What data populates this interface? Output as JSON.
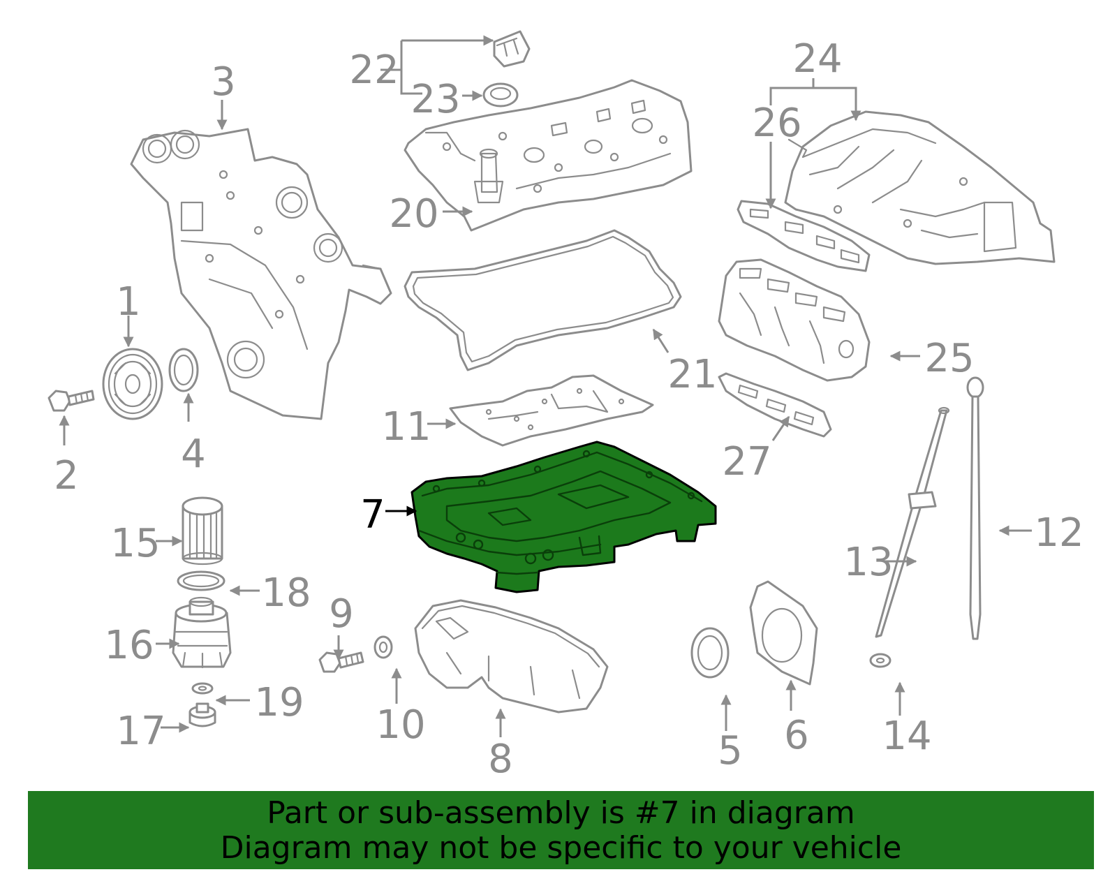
{
  "diagram": {
    "highlight_color": "#1c7a1c",
    "part_line_color": "#8c8c8c",
    "highlighted_callout": "7",
    "callouts": [
      "1",
      "2",
      "3",
      "4",
      "5",
      "6",
      "7",
      "8",
      "9",
      "10",
      "11",
      "12",
      "13",
      "14",
      "15",
      "16",
      "17",
      "18",
      "19",
      "20",
      "21",
      "22",
      "23",
      "24",
      "25",
      "26",
      "27"
    ]
  },
  "banner": {
    "background": "#1f7a1f",
    "line1": "Part or sub-assembly is #7 in diagram",
    "line2": "Diagram may not be specific to your vehicle"
  }
}
